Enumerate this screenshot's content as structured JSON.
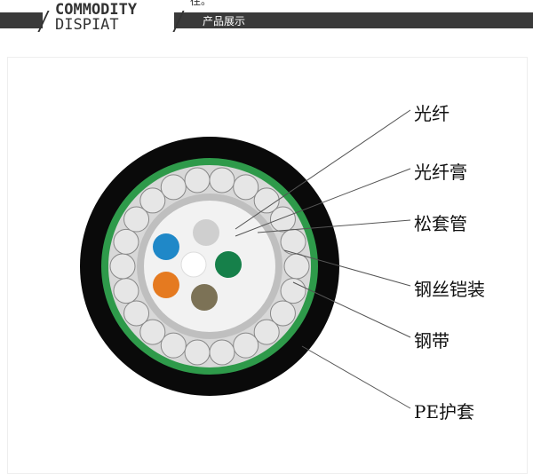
{
  "header": {
    "title_line1": "COMMODITY",
    "title_line2": "DISPIAT",
    "section": "产品展示",
    "top_fragment": "往。"
  },
  "diagram": {
    "labels": [
      "光纤",
      "光纤膏",
      "松套管",
      "钢丝铠装",
      "钢带",
      "PE护套"
    ]
  }
}
